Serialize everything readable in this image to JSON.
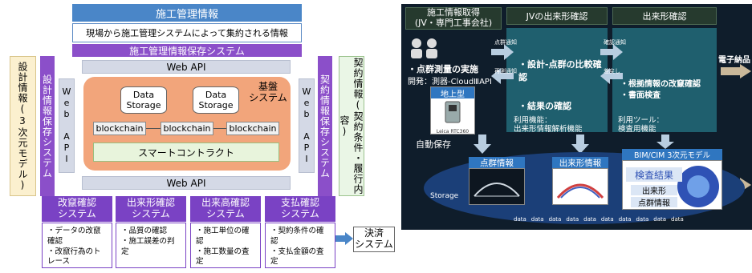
{
  "left": {
    "top_title": "施工管理情報",
    "top_sub": "現場から施工管理システムによって集約される情報",
    "storage_system": "施工管理情報保存システム",
    "web_api": "Web API",
    "left_cream": "設計情報(3次元モデル)",
    "left_purple": "設計情報保存システム",
    "right_purple": "契約情報保存システム",
    "right_mint": "契約情報(契約条件・履行内容)",
    "kiban": "基盤\nシステム",
    "data_storage": "Data\nStorage",
    "blockchain": "blockchain",
    "smart_contract": "スマートコントラクト",
    "systems": [
      {
        "head": "改竄確認\nシステム",
        "items": [
          "・データの改竄確認",
          "・改竄行為のトレース"
        ]
      },
      {
        "head": "出来形確認\nシステム",
        "items": [
          "・品質の確認",
          "・施工誤差の判定"
        ]
      },
      {
        "head": "出来高確認\nシステム",
        "items": [
          "・施工単位の確認",
          "・施工数量の査定"
        ]
      },
      {
        "head": "支払確認\nシステム",
        "items": [
          "・契約条件の確認",
          "・支払金額の査定"
        ]
      }
    ],
    "settlement": "決済\nシステム"
  },
  "right": {
    "col_heads": [
      "施工情報取得\n(JV・専門工事会社)",
      "JVの出来形確認",
      "出来形確認"
    ],
    "col1_lines": [
      "・点群測量の実施",
      "開発：測器-CloudⅢAPI"
    ],
    "device_label": "地上型",
    "device_caption": "Leica RTC360",
    "col2_lines": [
      "・設計-点群の比較確認",
      "・結果の確認"
    ],
    "col2_tool": "利用機能：\n出来形情報解析機能",
    "col3_lines": [
      "・根拠情報の改竄確認",
      "・書面検査"
    ],
    "col3_tool": "利用ツール：\n検査用機能",
    "right_edge": "電子納品",
    "auto_save": "自動保存",
    "storage_word": "Storage",
    "pointcloud": "点群情報",
    "dekigata": "出来形情報",
    "bim": "BIM/CIM 3次元モデル",
    "result_title": "検査結果",
    "result_items": [
      "出来形",
      "点群情報"
    ],
    "data_tag": "data",
    "arrow_labels": [
      "点群通知",
      "再測通知",
      "確認通知",
      "差戻し"
    ]
  }
}
